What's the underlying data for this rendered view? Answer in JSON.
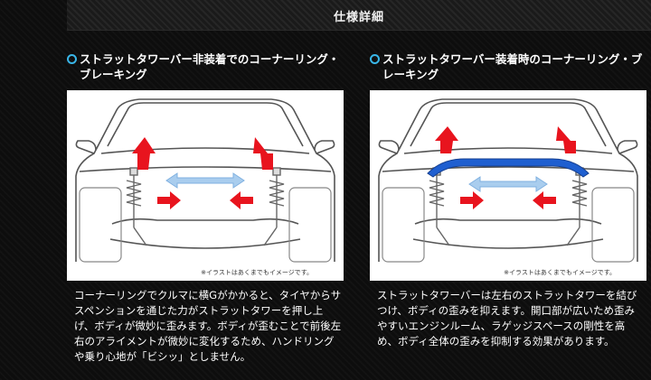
{
  "header": {
    "title": "仕様詳細"
  },
  "panels": [
    {
      "heading": "ストラットタワーバー非装着でのコーナーリング・ブレーキング",
      "caption": "※イラストはあくまでもイメージです。",
      "body": "コーナーリングでクルマに横Gがかかると、タイヤからサスペンションを通じた力がストラットタワーを押し上げ、ボディが微妙に歪みます。ボディが歪むことで前後左右のアライメントが微妙に変化するため、ハンドリングや乗り心地が「ビシッ」としません。",
      "has_bar": false
    },
    {
      "heading": "ストラットタワーバー装着時のコーナーリング・ブレーキング",
      "caption": "※イラストはあくまでもイメージです。",
      "body": "ストラットタワーバーは左右のストラットタワーを結びつけ、ボディの歪みを抑えます。開口部が広いため歪みやすいエンジンルーム、ラゲッジスペースの剛性を高め、ボディ全体の歪みを抑制する効果があります。",
      "has_bar": true
    }
  ],
  "colors": {
    "accent": "#39b6e8",
    "arrow_red": "#e8141e",
    "arrow_blue": "#a9cdee",
    "bar_blue": "#1f5fd0"
  }
}
